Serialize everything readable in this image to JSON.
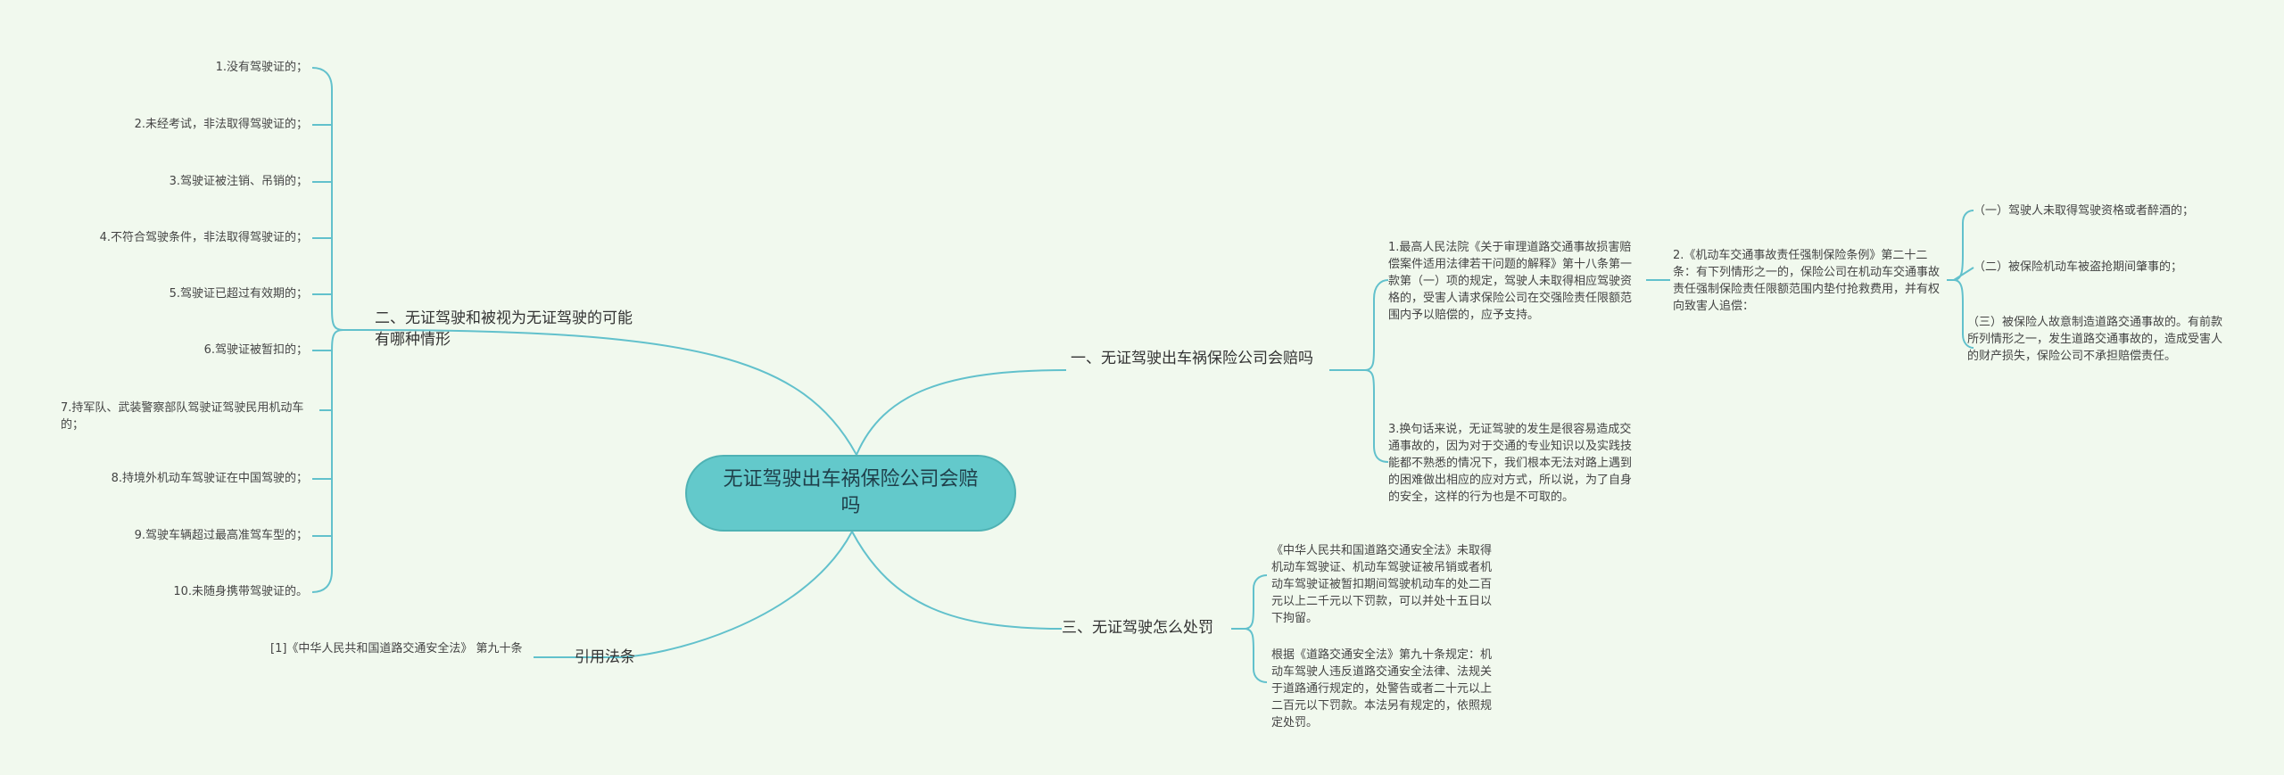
{
  "root": {
    "label": "无证驾驶出车祸保险公司会赔吗"
  },
  "branch_left": {
    "label": "二、无证驾驶和被视为无证驾驶的可能有哪种情形",
    "items": [
      "1.没有驾驶证的；",
      "2.未经考试，非法取得驾驶证的；",
      "3.驾驶证被注销、吊销的；",
      "4.不符合驾驶条件，非法取得驾驶证的；",
      "5.驾驶证已超过有效期的；",
      "6.驾驶证被暂扣的；",
      "7.持军队、武装警察部队驾驶证驾驶民用机动车的；",
      "8.持境外机动车驾驶证在中国驾驶的；",
      "9.驾驶车辆超过最高准驾车型的；",
      "10.未随身携带驾驶证的。"
    ]
  },
  "branch_ref": {
    "label": "引用法条",
    "items": [
      "[1]《中华人民共和国道路交通安全法》 第九十条"
    ]
  },
  "branch_one": {
    "label": "一、无证驾驶出车祸保险公司会赔吗",
    "item1": "1.最高人民法院《关于审理道路交通事故损害赔偿案件适用法律若干问题的解释》第十八条第一款第（一）项的规定，驾驶人未取得相应驾驶资格的，受害人请求保险公司在交强险责任限额范围内予以赔偿的，应予支持。",
    "item2": "2.《机动车交通事故责任强制保险条例》第二十二条：有下列情形之一的，保险公司在机动车交通事故责任强制保险责任限额范围内垫付抢救费用，并有权向致害人追偿：",
    "item2_children": [
      "（一）驾驶人未取得驾驶资格或者醉酒的；",
      "（二）被保险机动车被盗抢期间肇事的；",
      "（三）被保险人故意制造道路交通事故的。有前款所列情形之一，发生道路交通事故的，造成受害人的财产损失，保险公司不承担赔偿责任。"
    ],
    "item3": "3.换句话来说，无证驾驶的发生是很容易造成交通事故的，因为对于交通的专业知识以及实践技能都不熟悉的情况下，我们根本无法对路上遇到的困难做出相应的应对方式，所以说，为了自身的安全，这样的行为也是不可取的。"
  },
  "branch_three": {
    "label": "三、无证驾驶怎么处罚",
    "items": [
      "《中华人民共和国道路交通安全法》未取得机动车驾驶证、机动车驾驶证被吊销或者机动车驾驶证被暂扣期间驾驶机动车的处二百元以上二千元以下罚款，可以并处十五日以下拘留。",
      "根据《道路交通安全法》第九十条规定：机动车驾驶人违反道路交通安全法律、法规关于道路通行规定的，处警告或者二十元以上二百元以下罚款。本法另有规定的，依照规定处罚。"
    ]
  },
  "colors": {
    "line": "#62c1cc",
    "center": "#63c9cb",
    "background": "#f1f9ee"
  }
}
